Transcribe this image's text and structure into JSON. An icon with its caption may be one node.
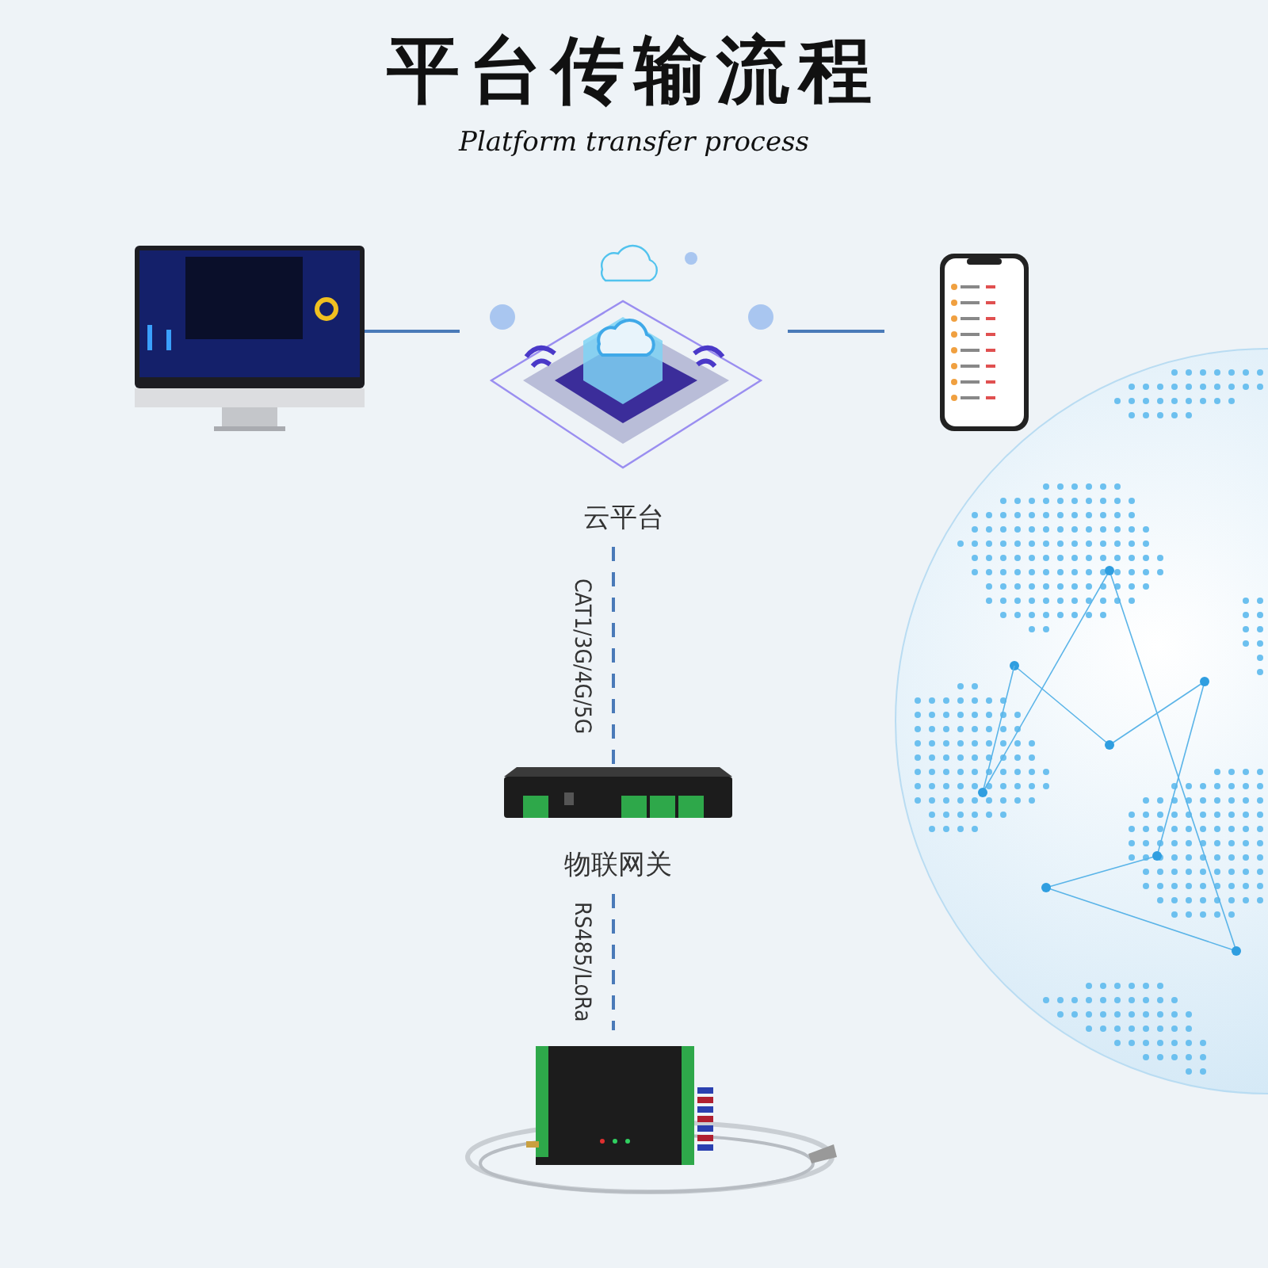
{
  "diagram": {
    "title": "平台传输流程",
    "caption": "Platform transfer process",
    "nodes": [
      {
        "text": [],
        "shape": "picture"
      },
      {
        "text": [],
        "shape": "picture",
        "beside": [
          "云平台"
        ]
      },
      {
        "text": [],
        "shape": "picture"
      },
      {
        "text": [],
        "shape": "picture",
        "beside": [
          "物联网关"
        ]
      },
      {
        "text": [],
        "shape": "picture"
      }
    ],
    "edges": [
      {
        "from": 0,
        "to": 1,
        "arrow": "none"
      },
      {
        "from": 1,
        "to": 2,
        "arrow": "none"
      },
      {
        "from": 1,
        "to": 3,
        "arrow": "none",
        "style": "dashed",
        "label": "CAT1/3G/4G/5G"
      },
      {
        "from": 3,
        "to": 4,
        "arrow": "none",
        "style": "dashed",
        "label": "RS485/LoRa"
      }
    ]
  }
}
